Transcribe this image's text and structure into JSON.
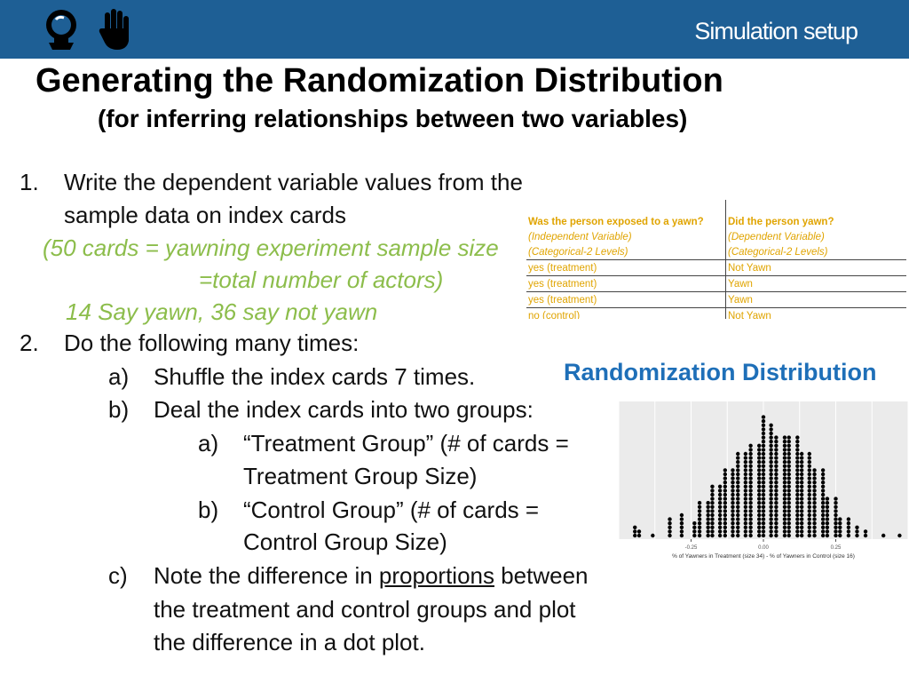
{
  "header": {
    "title": "Simulation setup",
    "icons": [
      "crystal-ball-icon",
      "raised-hand-icon"
    ],
    "background_color": "#1e5f95"
  },
  "slide": {
    "title": "Generating the Randomization Distribution",
    "subtitle": "(for inferring relationships between two variables)"
  },
  "steps": {
    "s1_num": "1.",
    "s1_line1": "Write the dependent variable values from the",
    "s1_line2": "sample data on index cards",
    "note1": "(50 cards = yawning experiment sample size",
    "note2": "=total number of actors)",
    "note3": "14 Say yawn, 36 say not yawn",
    "s2_num": "2.",
    "s2_text": "Do the following many times:",
    "a_mark": "a)",
    "a_text": "Shuffle the index cards 7 times.",
    "b_mark": "b)",
    "b_text": "Deal the index cards into two groups:",
    "ba_mark": "a)",
    "ba_line1": "“Treatment Group” (# of cards =",
    "ba_line2": "Treatment Group Size)",
    "bb_mark": "b)",
    "bb_line1": "“Control Group” (# of cards =",
    "bb_line2": "Control Group Size)",
    "c_mark": "c)",
    "c_pre": "Note the difference in ",
    "c_underlined": "proportions",
    "c_post": " between",
    "c_line2": "the treatment and control groups and plot",
    "c_line3": "the difference in a dot plot."
  },
  "data_table": {
    "headers": [
      "Was the person exposed to a yawn?",
      "Did the person yawn?"
    ],
    "subheaders": [
      [
        "(Independent Variable)",
        "(Dependent Variable)"
      ],
      [
        "(Categorical-2 Levels)",
        "(Categorical-2 Levels)"
      ]
    ],
    "rows": [
      [
        "yes (treatment)",
        "Not Yawn"
      ],
      [
        "yes (treatment)",
        "Yawn"
      ],
      [
        "yes (treatment)",
        "Yawn"
      ],
      [
        "no (control)",
        "Not Yawn"
      ]
    ],
    "text_color": "#e0a400"
  },
  "randomization": {
    "title": "Randomization Distribution",
    "title_color": "#1e6fb8"
  },
  "chart_data": {
    "type": "scatter",
    "subtype": "dot-plot",
    "title": "",
    "xlabel": "% of Yawners in Treatment (size 34) - % of Yawners in Control (size 16)",
    "ylabel": "",
    "x_ticks": [
      -0.25,
      0.0,
      0.25
    ],
    "x_tick_labels": [
      "-0.25",
      "0.00",
      "0.25"
    ],
    "xlim": [
      -0.5,
      0.5
    ],
    "grid": true,
    "background": "#ebebeb",
    "dot_color": "#000000",
    "x": [
      -0.4441,
      -0.4294,
      -0.3824,
      -0.3235,
      -0.2824,
      -0.2382,
      -0.2206,
      -0.1912,
      -0.1765,
      -0.15,
      -0.1324,
      -0.1059,
      -0.0882,
      -0.0618,
      -0.0441,
      -0.0147,
      0.0,
      0.0265,
      0.0441,
      0.0735,
      0.0882,
      0.1176,
      0.1324,
      0.1588,
      0.1765,
      0.2059,
      0.2206,
      0.25,
      0.2647,
      0.2941,
      0.3235,
      0.3529,
      0.4147,
      0.4706
    ],
    "counts": [
      3,
      2,
      1,
      5,
      6,
      4,
      9,
      9,
      13,
      13,
      17,
      17,
      21,
      21,
      23,
      23,
      30,
      28,
      25,
      25,
      25,
      25,
      21,
      21,
      17,
      17,
      10,
      10,
      5,
      5,
      3,
      2,
      1,
      1
    ]
  }
}
